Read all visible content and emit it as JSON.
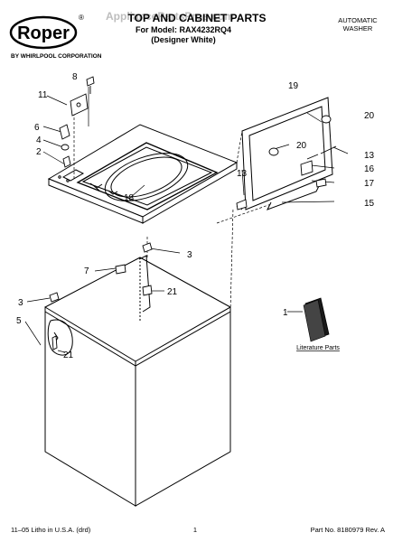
{
  "header": {
    "brand": "Roper",
    "trademark": "®",
    "brand_sub": "BY WHIRLPOOL CORPORATION",
    "title": "TOP AND CABINET PARTS",
    "model_line": "For Model: RAX4232RQ4",
    "color_line": "(Designer White)",
    "product_line1": "AUTOMATIC",
    "product_line2": "WASHER",
    "watermark": "AppliancePartsPros.com"
  },
  "literature_label": "Literature Parts",
  "callouts": {
    "c1": "1",
    "c2": "2",
    "c3a": "3",
    "c3b": "3",
    "c4": "4",
    "c5": "5",
    "c6": "6",
    "c7": "7",
    "c8": "8",
    "c11": "11",
    "c13a": "13",
    "c13b": "13",
    "c15": "15",
    "c16": "16",
    "c17": "17",
    "c18": "18",
    "c19": "19",
    "c20a": "20",
    "c20b": "20",
    "c21a": "21",
    "c21b": "21"
  },
  "footer": {
    "left": "11–05 Litho in U.S.A. (drd)",
    "page": "1",
    "right": "Part No. 8180979 Rev. A"
  }
}
